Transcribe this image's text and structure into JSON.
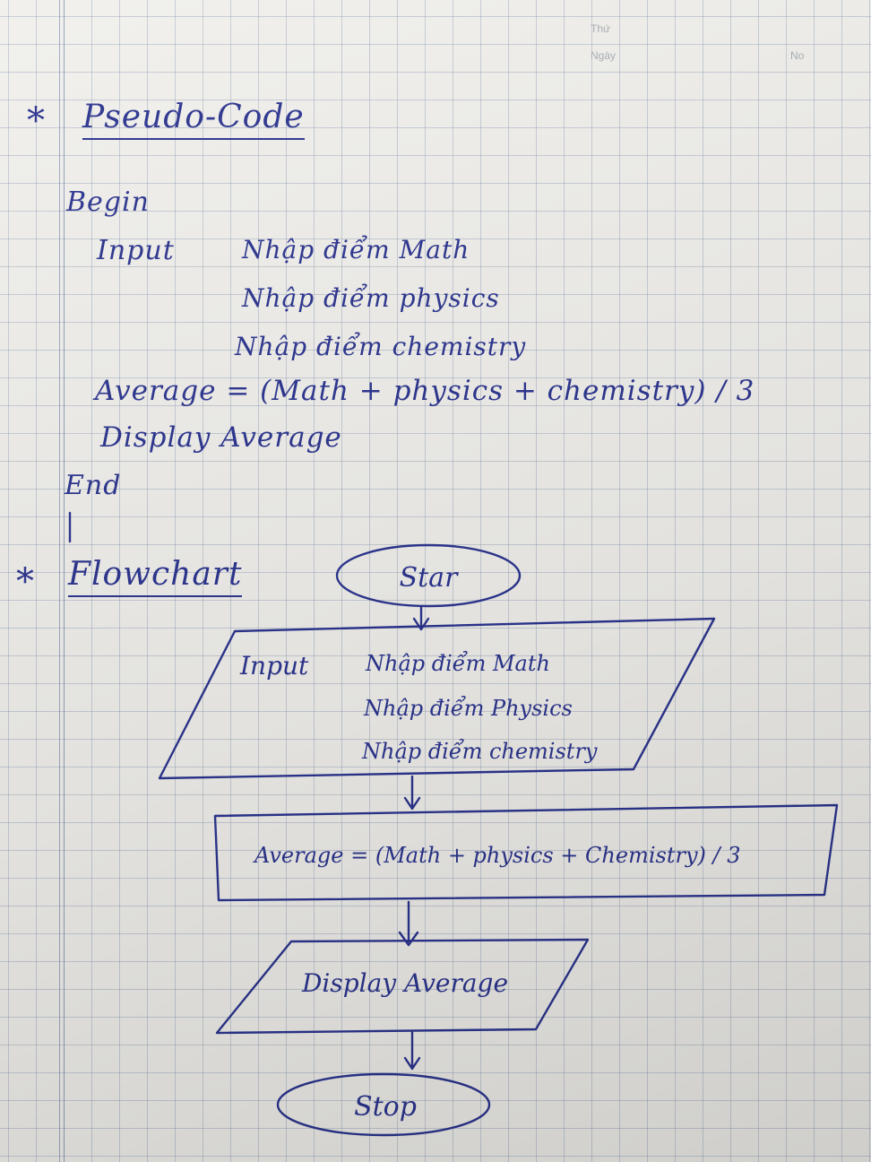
{
  "header": {
    "day_label": "Thứ",
    "date_label": "Ngày",
    "no_label": "No"
  },
  "pseudocode": {
    "bullet": "*",
    "heading": "Pseudo-Code",
    "begin": "Begin",
    "input_keyword": "Input",
    "input_lines": [
      "Nhập điểm Math",
      "Nhập điểm physics",
      "Nhập điểm chemistry"
    ],
    "average_line": "Average = (Math + physics + chemistry) / 3",
    "display_line": "Display Average",
    "end": "End"
  },
  "flowchart": {
    "bullet": "*",
    "heading": "Flowchart",
    "start_label": "Star",
    "input_keyword": "Input",
    "input_lines": [
      "Nhập điểm Math",
      "Nhập điểm Physics",
      "Nhập điểm chemistry"
    ],
    "process_label": "Average = (Math + physics + Chemistry) / 3",
    "display_label": "Display Average",
    "stop_label": "Stop"
  },
  "ink_color": "#2c3590"
}
